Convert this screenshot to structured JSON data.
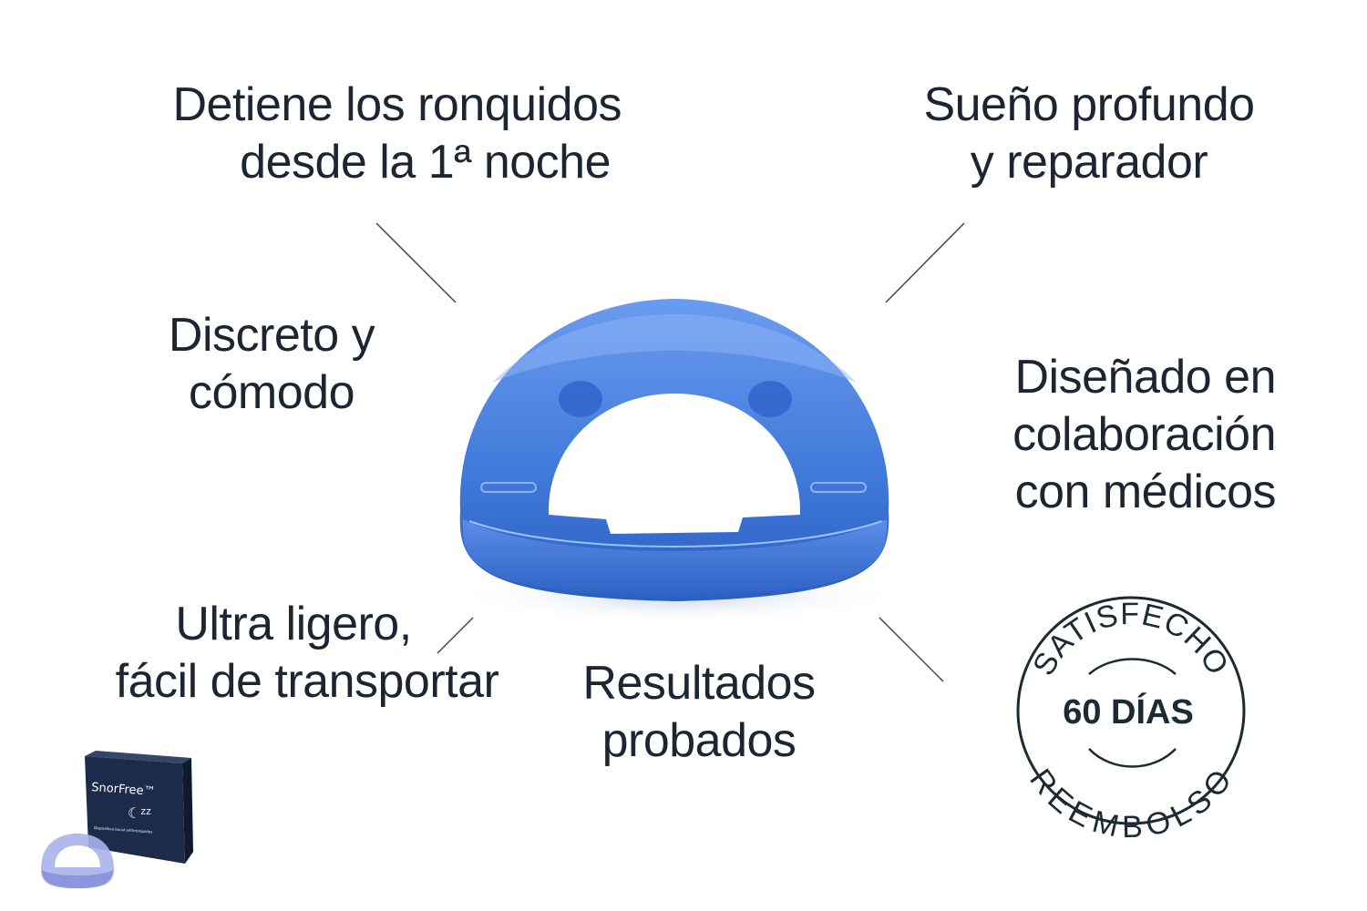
{
  "features": [
    {
      "lines": [
        "Detiene los ronquidos",
        "desde la 1ª noche"
      ]
    },
    {
      "lines": [
        "Sueño profundo",
        "y reparador"
      ]
    },
    {
      "lines": [
        "Discreto y",
        "cómodo"
      ]
    },
    {
      "lines": [
        "Diseñado en",
        "colaboración",
        "con médicos"
      ]
    },
    {
      "lines": [
        "Ultra ligero,",
        "fácil de transportar"
      ]
    },
    {
      "lines": [
        "Resultados",
        "probados"
      ]
    }
  ],
  "seal": {
    "top": "SATISFECHO",
    "center": "60 DÍAS",
    "bottom": "REEMBOLSO"
  },
  "product_box": {
    "brand": "SnorFree™",
    "subtitle": "Dispositivo bucal antirronquidos"
  },
  "colors": {
    "text": "#1c2531",
    "device": "#3f78d8",
    "box": "#1d2b4a"
  }
}
